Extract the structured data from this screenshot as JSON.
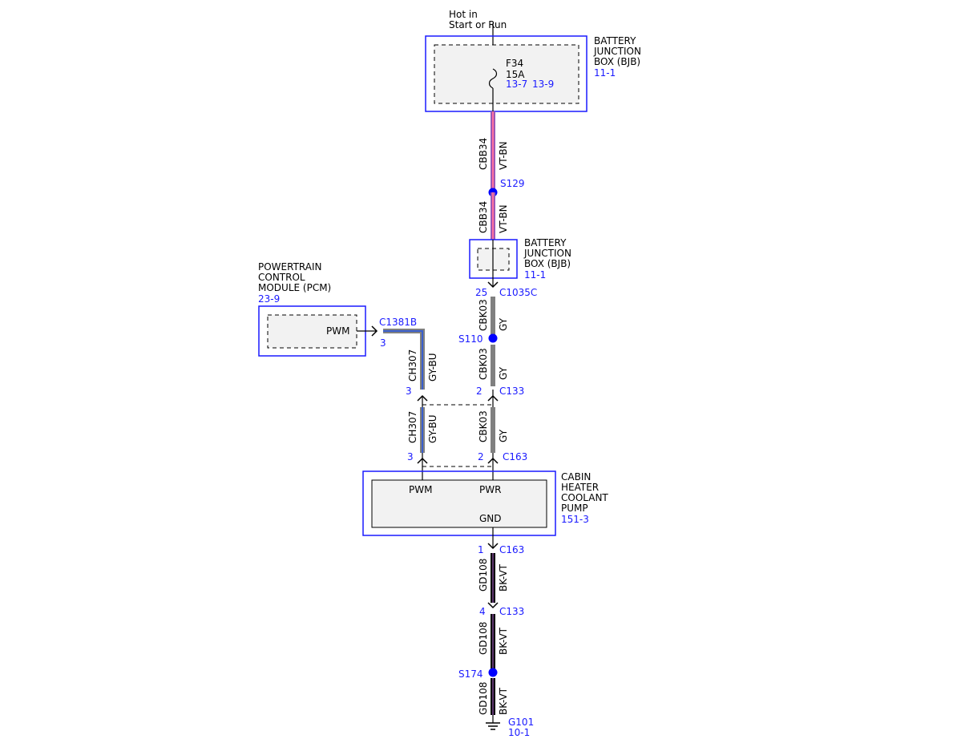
{
  "colors": {
    "label_blue": "#1a1aff",
    "wire_vt": "#9b59b6",
    "wire_bn": "#ff6fa0",
    "wire_gy": "#808080",
    "wire_bu": "#3a5fcd",
    "wire_bk": "#000000",
    "splice": "#0000ff"
  },
  "supply": {
    "line1": "Hot in",
    "line2": "Start or Run"
  },
  "bjb_top": {
    "name_line1": "BATTERY",
    "name_line2": "JUNCTION",
    "name_line3": "BOX (BJB)",
    "ref": "11-1",
    "fuse_name": "F34",
    "fuse_rating": "15A",
    "fuse_ref1": "13-7",
    "fuse_ref2": "13-9"
  },
  "bjb_mid": {
    "name_line1": "BATTERY",
    "name_line2": "JUNCTION",
    "name_line3": "BOX (BJB)",
    "ref": "11-1"
  },
  "pcm": {
    "name_line1": "POWERTRAIN",
    "name_line2": "CONTROL",
    "name_line3": "MODULE (PCM)",
    "ref": "23-9",
    "pin_label": "PWM",
    "connector": "C1381B",
    "pin": "3"
  },
  "pump": {
    "name_line1": "CABIN",
    "name_line2": "HEATER",
    "name_line3": "COOLANT",
    "name_line4": "PUMP",
    "ref": "151-3",
    "pin_pwm": "PWM",
    "pin_pwr": "PWR",
    "pin_gnd": "GND"
  },
  "wires": {
    "w1": {
      "circuit": "CBB34",
      "color": "VT-BN"
    },
    "w2": {
      "circuit": "CBB34",
      "color": "VT-BN"
    },
    "w3": {
      "circuit": "CBK03",
      "color": "GY"
    },
    "w4": {
      "circuit": "CBK03",
      "color": "GY"
    },
    "w5": {
      "circuit": "CBK03",
      "color": "GY"
    },
    "w6": {
      "circuit": "CH307",
      "color": "GY-BU"
    },
    "w7": {
      "circuit": "CH307",
      "color": "GY-BU"
    },
    "w8": {
      "circuit": "GD108",
      "color": "BK-VT"
    },
    "w9": {
      "circuit": "GD108",
      "color": "BK-VT"
    },
    "w10": {
      "circuit": "GD108",
      "color": "BK-VT"
    }
  },
  "splices": {
    "s129": "S129",
    "s110": "S110",
    "s174": "S174"
  },
  "connectors": {
    "c1035c": {
      "pin": "25",
      "name": "C1035C"
    },
    "c133_pwr": {
      "pin": "2",
      "name": "C133"
    },
    "c133_pwm": {
      "pin": "3"
    },
    "c163_pwr": {
      "pin": "2",
      "name": "C163"
    },
    "c163_pwm": {
      "pin": "3"
    },
    "c163_gnd": {
      "pin": "1",
      "name": "C163"
    },
    "c133_gnd": {
      "pin": "4",
      "name": "C133"
    }
  },
  "ground": {
    "name": "G101",
    "ref": "10-1"
  }
}
